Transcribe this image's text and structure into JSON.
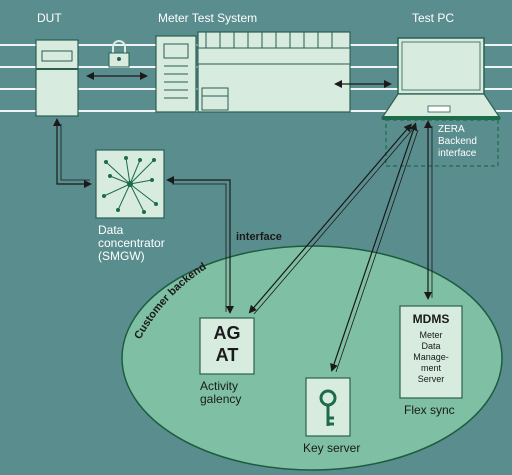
{
  "labels": {
    "dut": "DUT",
    "meter_test_system": "Meter Test System",
    "test_pc": "Test PC",
    "zera_backend": [
      "ZERA",
      "Backend",
      "interface"
    ],
    "data_concentrator": [
      "Data",
      "concentrator",
      "(SMGW)"
    ],
    "customer_backend_interface": "Customer backend",
    "interface_word": "interface",
    "ag": "AG",
    "at": "AT",
    "activity_galency": [
      "Activity",
      "galency"
    ],
    "key_server": "Key server",
    "mdms": "MDMS",
    "mdms_desc": [
      "Meter",
      "Data",
      "Manage-",
      "ment",
      "Server"
    ],
    "flex_sync": "Flex sync"
  },
  "icons": {
    "lock": "padlock-icon",
    "key": "key-icon",
    "network": "network-hub-icon"
  },
  "colors": {
    "background": "#5a8d8e",
    "box_fill": "#d7ebdf",
    "box_border": "#2a5f52",
    "ellipse_fill": "#7fbfa3",
    "dark_green": "#1d6b4a",
    "stripe": "#ffffff"
  }
}
